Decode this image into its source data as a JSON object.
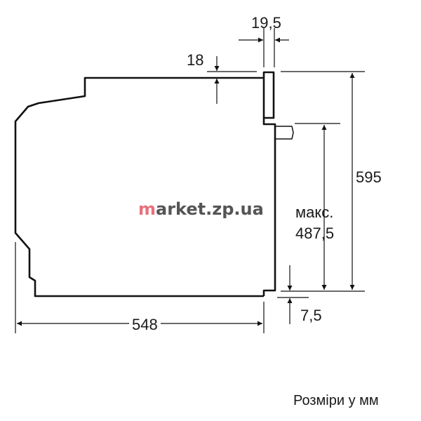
{
  "dimensions": {
    "depth": "548",
    "height": "595",
    "front_thickness": "19,5",
    "top_offset": "18",
    "bottom_offset": "7,5",
    "max_label": "макс.",
    "max_value": "487,5"
  },
  "watermark": {
    "first": "m",
    "rest": "arket.zp.ua"
  },
  "caption": "Розміри у мм"
}
